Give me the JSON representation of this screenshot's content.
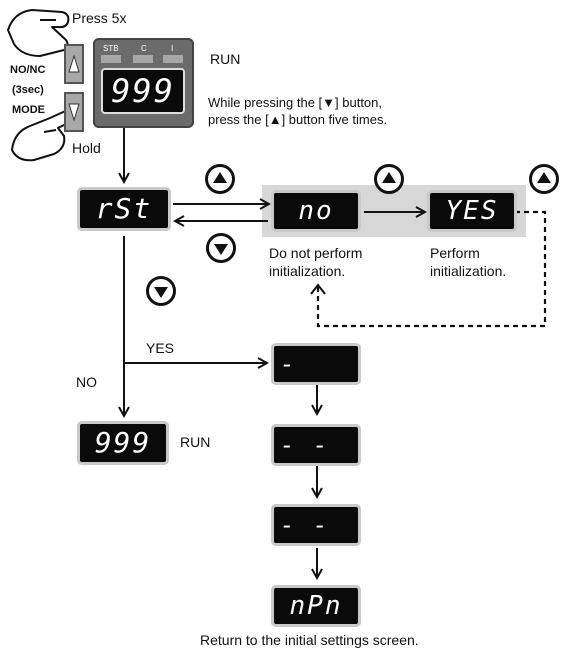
{
  "top": {
    "press_label": "Press 5x",
    "hold_label": "Hold",
    "run_label": "RUN",
    "instruction_line1": "While pressing the [▼] button,",
    "instruction_line2": "press the [▲] button five times."
  },
  "device": {
    "side_labels": [
      "NO/NC",
      "(3sec)",
      "MODE"
    ],
    "indicators": [
      "STB",
      "C",
      "I"
    ],
    "display_value": "999"
  },
  "displays": {
    "rst": "rSt",
    "no": "no",
    "yes": "YES",
    "run": "999",
    "progress1": "-",
    "progress2": "- -",
    "progress3": "- - -",
    "npn": "nPn"
  },
  "labels": {
    "no_desc_line1": "Do not perform",
    "no_desc_line2": "initialization.",
    "yes_desc_line1": "Perform",
    "yes_desc_line2": "initialization.",
    "branch_yes": "YES",
    "branch_no": "NO",
    "run_result": "RUN",
    "footer": "Return to the initial settings screen."
  },
  "icons": [
    "up-button-icon",
    "down-button-icon",
    "hand-icon",
    "arrow-icon"
  ]
}
